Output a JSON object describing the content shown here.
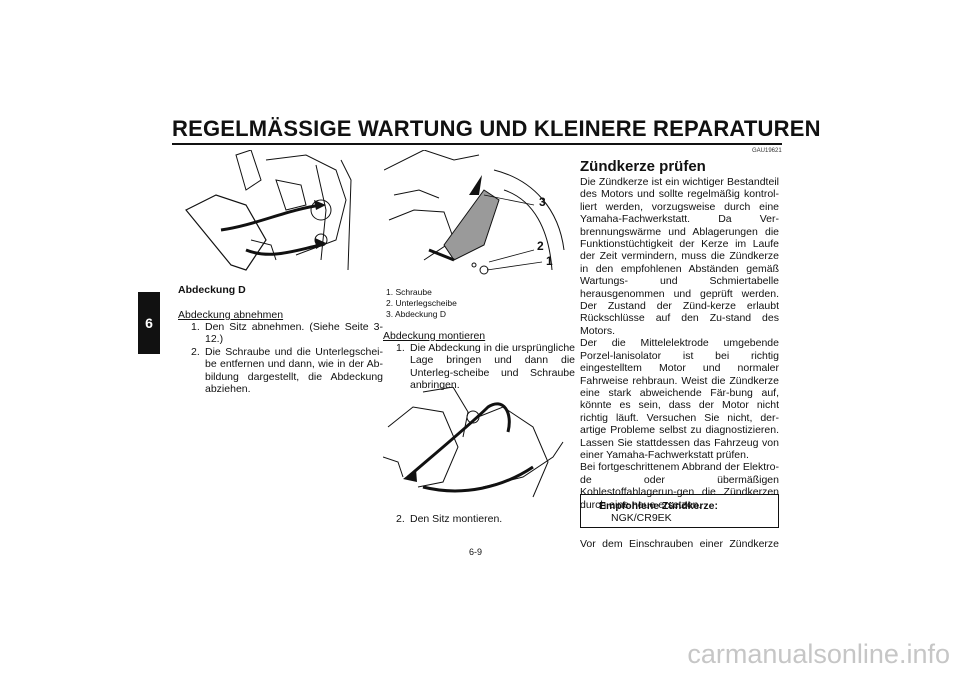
{
  "header": {
    "title": "REGELMÄSSIGE WARTUNG UND KLEINERE REPARATUREN",
    "chapter_tab": "6"
  },
  "col1": {
    "caption": "Abdeckung D",
    "remove_heading": "Abdeckung abnehmen",
    "remove_steps": [
      {
        "num": "1.",
        "text": "Den Sitz abnehmen. (Siehe Seite 3-12.)"
      },
      {
        "num": "2.",
        "text": "Die Schraube und die Unterlegschei-be entfernen und dann, wie in der Ab-bildung dargestellt, die Abdeckung abziehen."
      }
    ]
  },
  "col2": {
    "callouts": [
      "3",
      "2",
      "1"
    ],
    "legend": [
      "1. Schraube",
      "2. Unterlegscheibe",
      "3. Abdeckung D"
    ],
    "install_heading": "Abdeckung montieren",
    "install_steps": [
      {
        "num": "1.",
        "text": "Die Abdeckung in die ursprüngliche Lage bringen und dann die Unterleg-scheibe und Schraube anbringen."
      }
    ],
    "last_step": {
      "num": "2.",
      "text": "Den Sitz montieren."
    }
  },
  "col3": {
    "code": "GAU19621",
    "heading": "Zündkerze prüfen",
    "paragraphs": [
      "Die Zündkerze ist ein wichtiger Bestandteil des Motors und sollte regelmäßig kontrol-liert werden, vorzugsweise durch eine Yamaha-Fachwerkstatt. Da Ver-brennungswärme und Ablagerungen die Funktionstüchtigkeit der Kerze im Laufe der Zeit vermindern, muss die Zündkerze in den empfohlenen Abständen gemäß Wartungs- und Schmiertabelle herausgenommen und geprüft werden. Der Zustand der Zünd-kerze erlaubt Rückschlüsse auf den Zu-stand des Motors.",
      "Der die Mittelelektrode umgebende Porzel-lanisolator ist bei richtig eingestelltem Motor und normaler Fahrweise rehbraun. Weist die Zündkerze eine stark abweichende Fär-bung auf, könnte es sein, dass der Motor nicht richtig läuft. Versuchen Sie nicht, der-artige Probleme selbst zu diagnostizieren. Lassen Sie stattdessen das Fahrzeug von einer Yamaha-Fachwerkstatt prüfen.",
      "Bei fortgeschrittenem Abbrand der Elektro-de oder übermäßigen Kohlestoffablagerun-gen die Zündkerzen durch eine neue ersetzen."
    ],
    "box_title": "Empfohlene Zündkerze:",
    "box_value": "NGK/CR9EK",
    "tail": "Vor dem Einschrauben einer Zündkerze"
  },
  "footer": {
    "page_number": "6-9",
    "watermark": "carmanualsonline.info"
  }
}
